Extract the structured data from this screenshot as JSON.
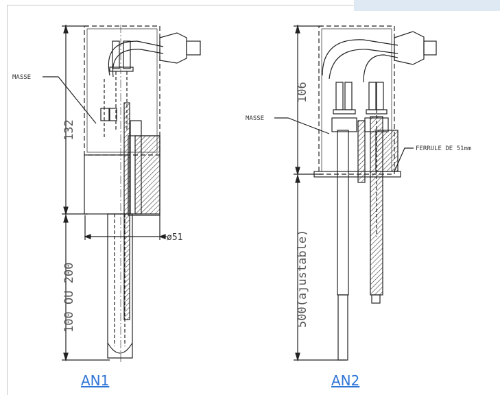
{
  "colors": {
    "link": "#2f75d6",
    "line": "#222222",
    "frame": "#c9c9c9",
    "tab": "#dfe9f3"
  },
  "links": {
    "an1": "AN1",
    "an2": "AN2"
  },
  "an1": {
    "masse_label": "MASSE",
    "dim_132": "132",
    "dim_100_200": "100 OU 200",
    "dim_diameter": "ø51"
  },
  "an2": {
    "masse_label": "MASSE",
    "dim_106": "106",
    "dim_500": "500(ajustable)",
    "ferrule_label": "FERRULE DE 51mm"
  }
}
